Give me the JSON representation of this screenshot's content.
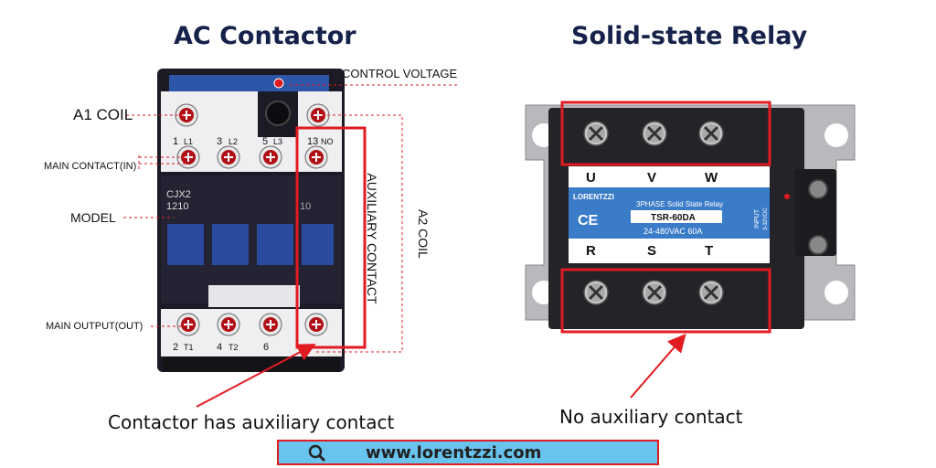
{
  "titles": {
    "left": "AC Contactor",
    "right": "Solid-state Relay"
  },
  "contactor": {
    "labels": {
      "control_voltage": "CONTROL VOLTAGE",
      "a1_coil": "A1 COIL",
      "main_contact_in": "MAIN CONTACT(IN)",
      "model": "MODEL",
      "main_output_out": "MAIN OUTPUT(OUT)",
      "auxiliary_contact": "AUXILIARY CONTACT",
      "a2_coil": "A2 COIL"
    },
    "device_text": {
      "model_line1": "CJX2",
      "model_line2": "1210",
      "aux_number": "10",
      "top_terminals": [
        "1",
        "L1",
        "3",
        "L2",
        "5",
        "L3",
        "13",
        "NO"
      ],
      "bottom_terminals": [
        "2",
        "T1",
        "4",
        "T2",
        "6"
      ]
    },
    "caption": "Contactor has auxiliary contact"
  },
  "relay": {
    "phase_top": [
      "U",
      "V",
      "W"
    ],
    "phase_bottom": [
      "R",
      "S",
      "T"
    ],
    "brand": "LORENTZZI",
    "ce_mark": "CE",
    "product_line": "3PHASE  Solid State Relay",
    "model": "TSR-60DA",
    "rating": "24-480VAC 60A",
    "input_label": "INPUT",
    "input_range": "3-32VDC",
    "caption": "No auxiliary contact"
  },
  "footer": {
    "url": "www.lorentzzi.com",
    "icon": "search-icon"
  },
  "colors": {
    "highlight": "#e11b22",
    "title": "#16224a",
    "footer_bg": "#68c4ee",
    "label_blue": "#3b7cc9"
  }
}
